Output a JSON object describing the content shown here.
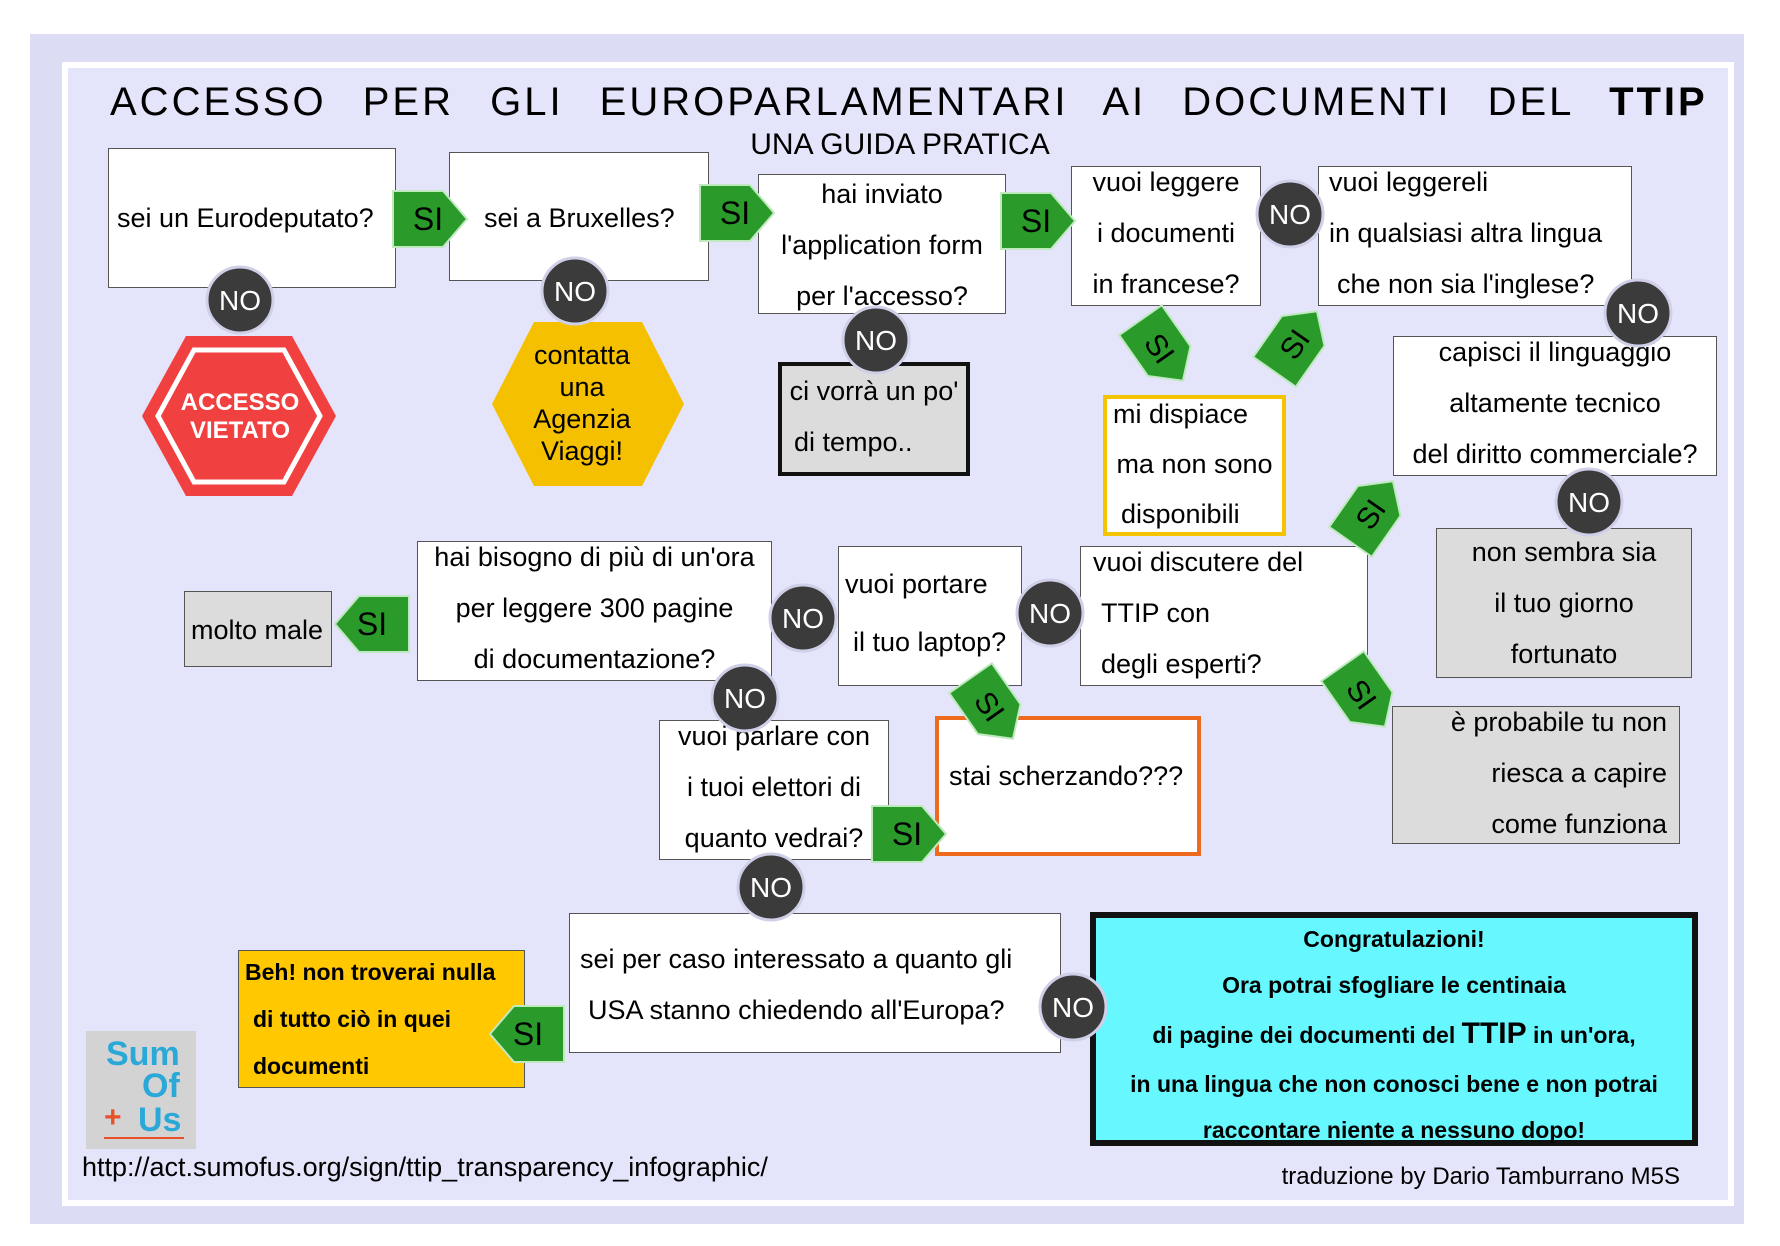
{
  "title": {
    "main_prefix": "ACCESSO PER GLI EUROPARLAMENTARI AI DOCUMENTI DEL",
    "main_bold": "TTIP",
    "subtitle": "UNA GUIDA PRATICA"
  },
  "labels": {
    "yes": "SI",
    "no": "NO"
  },
  "questions": {
    "eurodeputato": "sei un Eurodeputato?",
    "bruxelles": "sei a Bruxelles?",
    "application": [
      "hai inviato",
      "l'application form",
      "per l'accesso?"
    ],
    "francese": [
      "vuoi leggere",
      "i documenti",
      "in francese?"
    ],
    "altra_lingua": [
      "vuoi leggereli",
      "in qualsiasi altra lingua",
      "che non sia l'inglese?"
    ],
    "linguaggio": [
      "capisci il linguaggio",
      "altamente tecnico",
      "del diritto commerciale?"
    ],
    "esperti": [
      "vuoi discutere del",
      "TTIP con",
      "degli esperti?"
    ],
    "laptop": [
      "vuoi portare",
      "il tuo laptop?"
    ],
    "ora": [
      "hai bisogno di più di un'ora",
      "per leggere 300 pagine",
      "di documentazione?"
    ],
    "elettori": [
      "vuoi parlare con",
      "i tuoi elettori di",
      "quanto vedrai?"
    ],
    "usa": [
      "sei per caso interessato a quanto gli",
      "USA stanno chiedendo all'Europa?"
    ]
  },
  "outcomes": {
    "vietato": [
      "ACCESSO",
      "VIETATO"
    ],
    "agenzia": [
      "contatta",
      "una",
      "Agenzia",
      "Viaggi!"
    ],
    "tempo": [
      "ci vorrà un po'",
      "di tempo.."
    ],
    "dispiace": [
      "mi dispiace",
      "ma non sono",
      "disponibili"
    ],
    "fortunato": [
      "non sembra sia",
      "il tuo giorno",
      "fortunato"
    ],
    "capire": [
      "è probabile tu non",
      "riesca a capire",
      "come funziona"
    ],
    "molto_male": "molto male",
    "scherzando": "stai scherzando???",
    "beh": [
      "Beh! non troverai nulla",
      "di tutto ciò in quei",
      "documenti"
    ],
    "congrats": {
      "line1": "Congratulazioni!",
      "line2": "Ora potrai sfogliare le centinaia",
      "line3_pre": "di pagine dei documenti del",
      "line3_bold": "TTIP",
      "line3_post": "in un'ora,",
      "line4": "in una lingua che non conosci bene e non potrai",
      "line5": "raccontare niente a nessuno dopo!"
    }
  },
  "logo": {
    "line1": "Sum",
    "line2": "Of",
    "line3": "Us",
    "plus": "+"
  },
  "footer": {
    "url": "http://act.sumofus.org/sign/ttip_transparency_infographic/",
    "credit": "traduzione by Dario Tamburrano M5S"
  },
  "colors": {
    "background": "#e4e4fb",
    "yes_green": "#2a9a2a",
    "no_dark": "#3b3b3b",
    "stop_red": "#f04040",
    "travel_yellow": "#f5c000",
    "beh_yellow": "#ffc800",
    "congrats_cyan": "#66f7ff",
    "orange_border": "#ee6a1e",
    "yellow_border": "#f5c400"
  }
}
